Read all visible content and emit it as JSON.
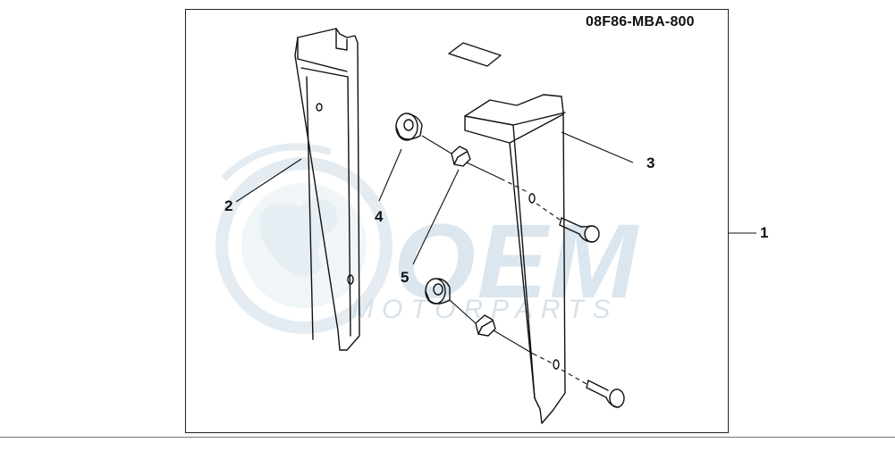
{
  "part_number": "08F86-MBA-800",
  "callouts": {
    "c1": "1",
    "c2": "2",
    "c3": "3",
    "c4": "4",
    "c5": "5"
  },
  "watermark": {
    "brand": "OEM",
    "subtitle": "MOTORPARTS",
    "color": "#cfdde8"
  },
  "colors": {
    "line": "#111111",
    "frame": "#222222"
  }
}
